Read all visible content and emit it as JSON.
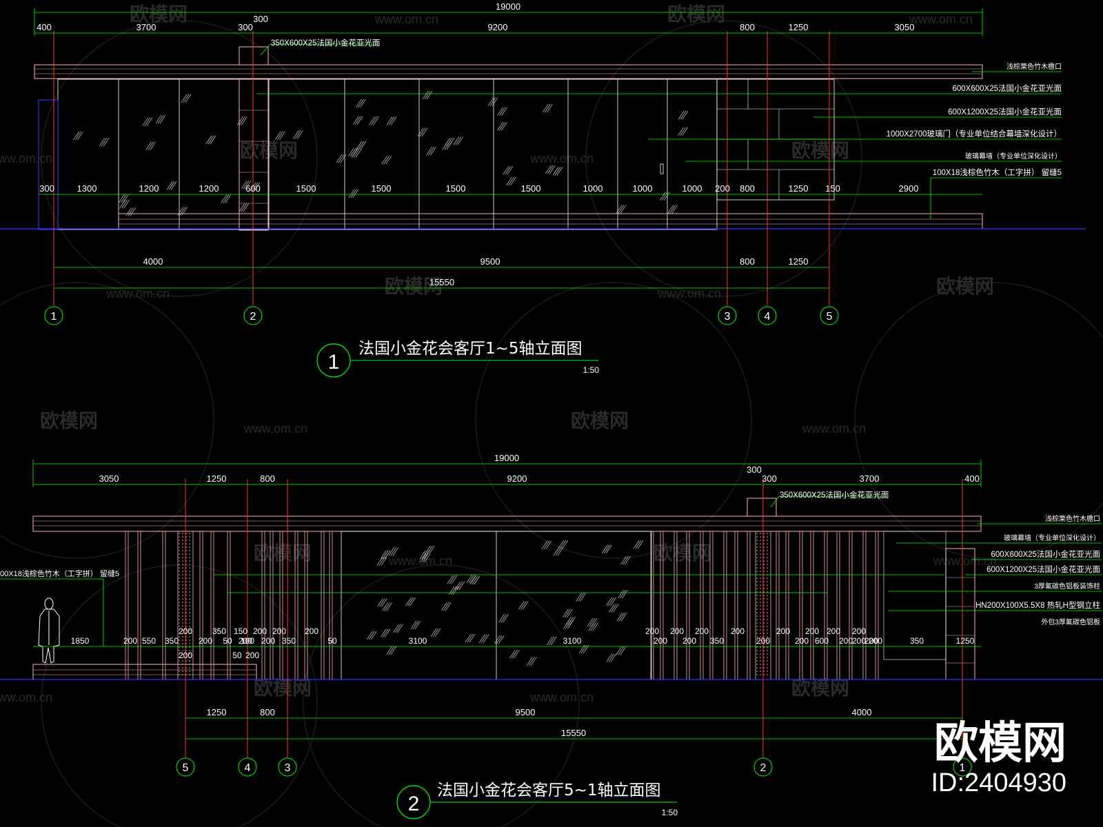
{
  "elev1": {
    "top_dims": [
      "19000",
      "400",
      "3700",
      "300",
      "300",
      "9200",
      "800",
      "1250",
      "3050"
    ],
    "mid_dims": [
      "300",
      "1300",
      "1200",
      "1200",
      "600",
      "1500",
      "1500",
      "1500",
      "1500",
      "1000",
      "1000",
      "1000",
      "200",
      "800",
      "1250",
      "150",
      "2900"
    ],
    "bottom_dims": [
      "4000",
      "9500",
      "800",
      "1250",
      "15550"
    ],
    "axes": [
      "1",
      "2",
      "3",
      "4",
      "5"
    ],
    "labels": [
      "350X600X25法国小金花亚光面",
      "浅棕栗色竹木檐口",
      "600X600X25法国小金花亚光面",
      "600X1200X25法国小金花亚光面",
      "1000X2700玻璃门（专业单位结合幕墙深化设计）",
      "玻璃幕墙（专业单位深化设计）",
      "100X18浅棕色竹木（工字拼） 留缝5"
    ],
    "title_num": "1",
    "title": "法国小金花会客厅1~5轴立面图",
    "scale": "1:50"
  },
  "elev2": {
    "top_dims": [
      "19000",
      "3050",
      "1250",
      "800",
      "9200",
      "300",
      "300",
      "3700",
      "400"
    ],
    "left_label": "00X18浅棕色竹木（工字拼） 留缝5",
    "mid_dims": [
      "1850",
      "200",
      "550",
      "350",
      "200",
      "200",
      "350",
      "150",
      "100",
      "200",
      "200",
      "200",
      "350",
      "200",
      "50",
      "50",
      "200",
      "200",
      "50",
      "200",
      "3100",
      "3100",
      "200",
      "200",
      "200",
      "200",
      "200",
      "350",
      "200",
      "200",
      "200",
      "200",
      "200",
      "600",
      "200",
      "200",
      "200",
      "200",
      "200",
      "200",
      "350",
      "1250",
      "600"
    ],
    "bottom_dims": [
      "1250",
      "800",
      "9500",
      "4000",
      "15550"
    ],
    "axes": [
      "5",
      "4",
      "3",
      "2",
      "1"
    ],
    "labels": [
      "350X600X25法国小金花亚光面",
      "浅棕栗色竹木檐口",
      "玻璃幕墙（专业单位深化设计）",
      "600X600X25法国小金花亚光面",
      "600X1200X25法国小金花亚光面",
      "3厚氟碳色铝板装饰柱",
      "HN200X100X5.5X8 热轧H型钢立柱",
      "外包3厚氟碳色铝板"
    ],
    "title_num": "2",
    "title": "法国小金花会客厅5~1轴立面图",
    "scale": "1:50"
  },
  "watermark": {
    "brand": "欧模网",
    "url": "www.om.cn",
    "id": "ID:2404930"
  },
  "colors": {
    "background": "#000000",
    "dim_line": "#00ff00",
    "dim_text": "#ffffff",
    "axis_line": "#ff0000",
    "wall_line": "#ffb0c0",
    "ground": "#3030ff",
    "leader": "#00ff00"
  }
}
